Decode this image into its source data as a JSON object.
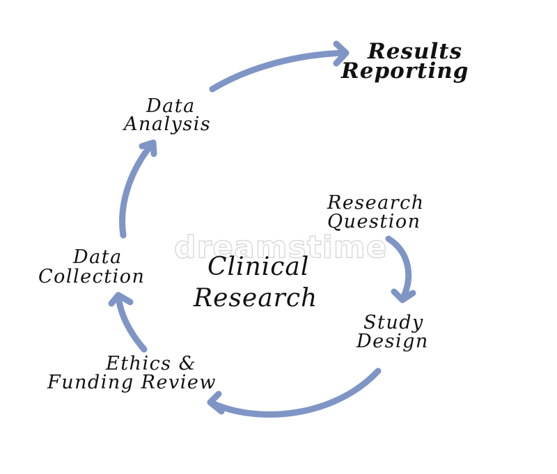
{
  "diagram": {
    "center": {
      "line1": "Clinical",
      "line2": "Research"
    },
    "steps": {
      "research_question": {
        "line1": "Research",
        "line2": "Question"
      },
      "study_design": {
        "line1": "Study",
        "line2": "Design"
      },
      "ethics_review": {
        "line1": "Ethics &",
        "line2": "Funding Review"
      },
      "data_collection": {
        "line1": "Data",
        "line2": "Collection"
      },
      "data_analysis": {
        "line1": "Data",
        "line2": "Analysis"
      },
      "results_reporting": {
        "line1": "Results",
        "line2": "Reporting"
      }
    },
    "watermark": "dreamstime",
    "arrow_color": "#7f95c6",
    "text_color": "#111111"
  }
}
